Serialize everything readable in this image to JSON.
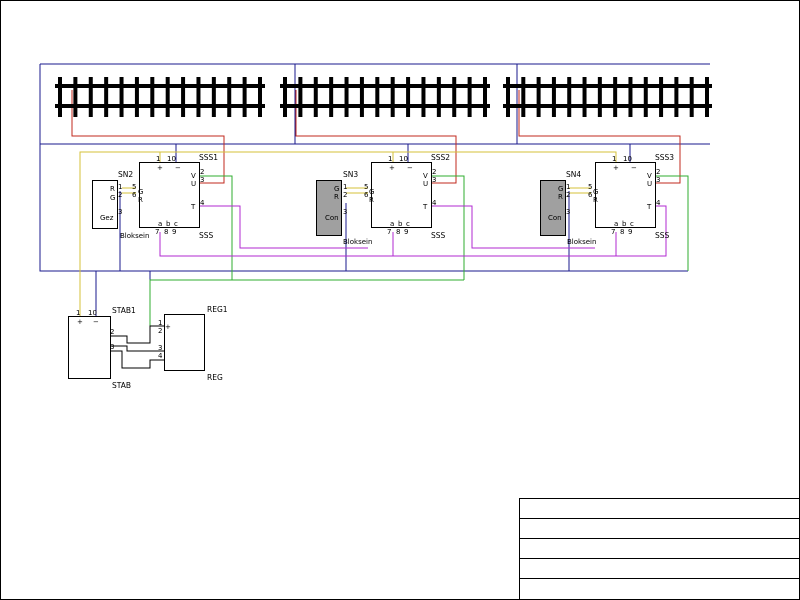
{
  "colors": {
    "blue": "#1a1a8c",
    "red": "#c0281e",
    "yellow": "#d4c23a",
    "green": "#2fae2f",
    "purple": "#b02ad0",
    "gray": "#a0a0a0",
    "black": "#000000"
  },
  "sss1": {
    "name": "SSS1",
    "type": "SSS",
    "p1": "1",
    "p10": "10",
    "plus": "+",
    "minus": "−",
    "v": "V",
    "u": "U",
    "t": "T",
    "n2": "2",
    "n3": "3",
    "n4": "4",
    "a": "a",
    "b": "b",
    "c": "c",
    "n7": "7",
    "n8": "8",
    "n9": "9",
    "bloksein": "Bloksein"
  },
  "sss2": {
    "name": "SSS2",
    "type": "SSS",
    "p1": "1",
    "p10": "10",
    "plus": "+",
    "minus": "−",
    "v": "V",
    "u": "U",
    "t": "T",
    "n2": "2",
    "n3": "3",
    "n4": "4",
    "a": "a",
    "b": "b",
    "c": "c",
    "n7": "7",
    "n8": "8",
    "n9": "9",
    "bloksein": "Bloksein"
  },
  "sss3": {
    "name": "SSS3",
    "type": "SSS",
    "p1": "1",
    "p10": "10",
    "plus": "+",
    "minus": "−",
    "v": "V",
    "u": "U",
    "t": "T",
    "n2": "2",
    "n3": "3",
    "n4": "4",
    "a": "a",
    "b": "b",
    "c": "c",
    "n7": "7",
    "n8": "8",
    "n9": "9",
    "bloksein": "Bloksein"
  },
  "sn2": {
    "name": "SN2",
    "inner": "Gez",
    "r": "R",
    "g": "G",
    "og": "G",
    "or": "R",
    "n1": "1",
    "n2": "2",
    "n3": "3",
    "n5": "5",
    "n6": "6"
  },
  "sn3": {
    "name": "SN3",
    "inner": "Con",
    "r": "R",
    "g": "G",
    "og": "G",
    "or": "R",
    "n1": "1",
    "n2": "2",
    "n3": "3",
    "n5": "5",
    "n6": "6"
  },
  "sn4": {
    "name": "SN4",
    "inner": "Con",
    "r": "R",
    "g": "G",
    "og": "G",
    "or": "R",
    "n1": "1",
    "n2": "2",
    "n3": "3",
    "n5": "5",
    "n6": "6"
  },
  "stab": {
    "name": "STAB1",
    "type": "STAB",
    "p1": "1",
    "p10": "10",
    "plus": "+",
    "minus": "−",
    "n2": "2",
    "n3": "3"
  },
  "reg": {
    "name": "REG1",
    "type": "REG",
    "plus": "+",
    "n1": "1",
    "n2": "2",
    "n3": "3",
    "n4": "4"
  },
  "title_block": {
    "rows": [
      "",
      "",
      "",
      "",
      ""
    ]
  }
}
